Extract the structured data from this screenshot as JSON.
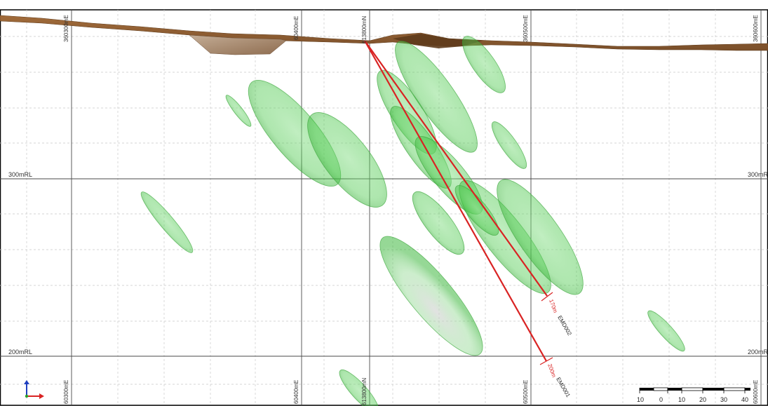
{
  "grid_labels": {
    "e_top_1": "360300mE",
    "e_top_2": "60400mE",
    "n_top": "613800mN",
    "e_top_3": "360500mE",
    "e_top_4": "360600mE",
    "e_bot_1": "60300mE",
    "e_bot_2": "60400mE",
    "n_bot": "613800mN",
    "e_bot_3": "60500mE",
    "e_bot_4": "60600mE"
  },
  "rl_labels": {
    "rl300_left": "300mRL",
    "rl300_right": "300mRL",
    "rl200_left": "200mRL",
    "rl200_right": "200mRL"
  },
  "drillholes": [
    {
      "name": "EMD002",
      "depth_label": "170m",
      "color": "#d92323"
    },
    {
      "name": "EMD001",
      "depth_label": "200m",
      "color": "#d92323"
    }
  ],
  "scale_bar": {
    "ticks": [
      "10",
      "0",
      "10",
      "20",
      "30",
      "40"
    ]
  },
  "colors": {
    "terrain": "#8b5e34",
    "terrain_pit": "#b09276",
    "orebody": "#4cc94c",
    "drill_trace": "#d92323",
    "grid_major": "#333333",
    "grid_minor": "#bfbfbf"
  },
  "axis_icon": "axis-triad-icon"
}
